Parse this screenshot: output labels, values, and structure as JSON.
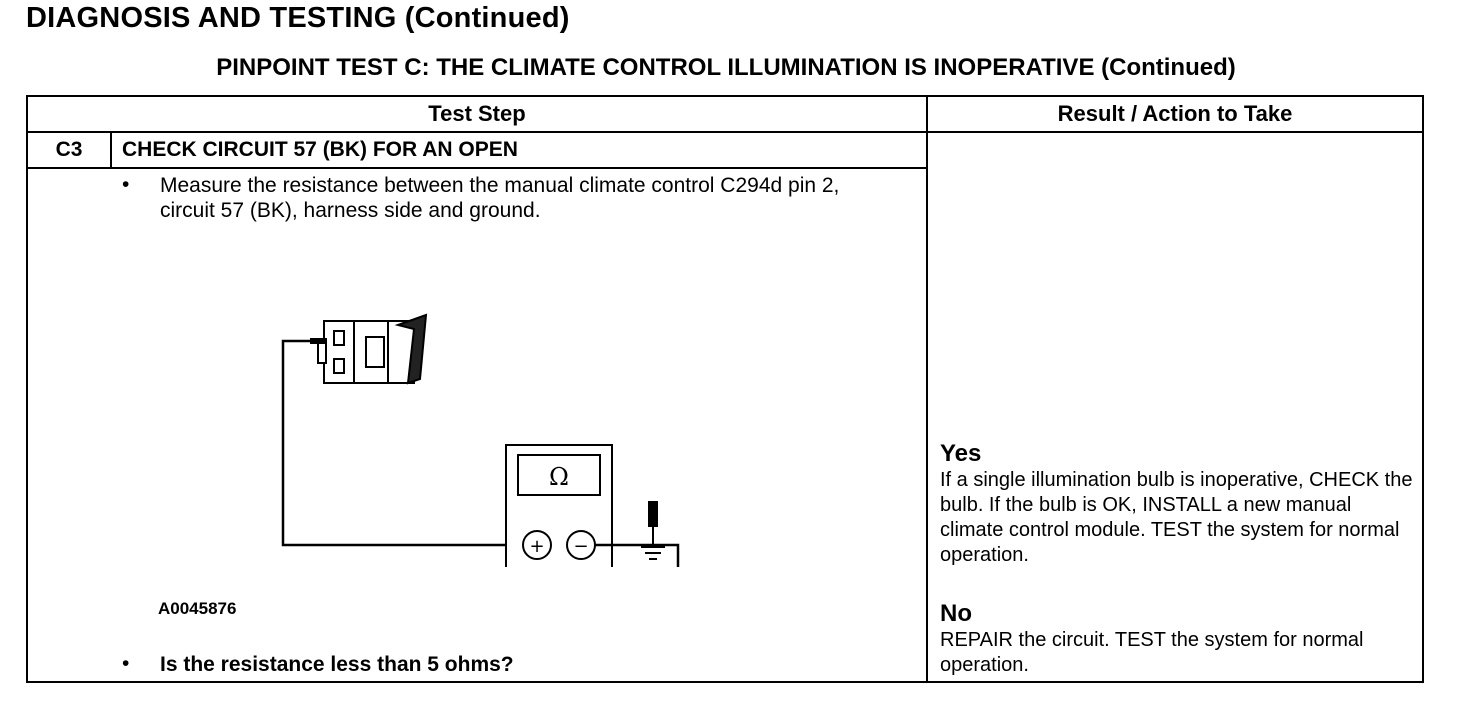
{
  "header": {
    "title": "DIAGNOSIS AND TESTING (Continued)",
    "subtitle": "PINPOINT TEST  C: THE CLIMATE CONTROL ILLUMINATION IS INOPERATIVE (Continued)"
  },
  "table": {
    "col_test_step": "Test Step",
    "col_result": "Result / Action to Take",
    "step": {
      "id": "C3",
      "title": "CHECK CIRCUIT 57 (BK) FOR AN OPEN",
      "bullet_char": "•",
      "instruction": "Measure the resistance between the manual climate control C294d pin 2, circuit 57 (BK), harness side and ground.",
      "figure_id": "A0045876",
      "question": "Is the resistance less than 5 ohms?",
      "meter": {
        "symbol": "Ω",
        "plus": "+",
        "minus": "−"
      }
    },
    "results": {
      "yes_label": "Yes",
      "yes_text": "If a single illumination bulb is inoperative, CHECK the bulb. If the bulb is OK, INSTALL a new manual climate control module. TEST the system for normal operation.",
      "no_label": "No",
      "no_text": "REPAIR the circuit. TEST the system for normal operation."
    }
  }
}
